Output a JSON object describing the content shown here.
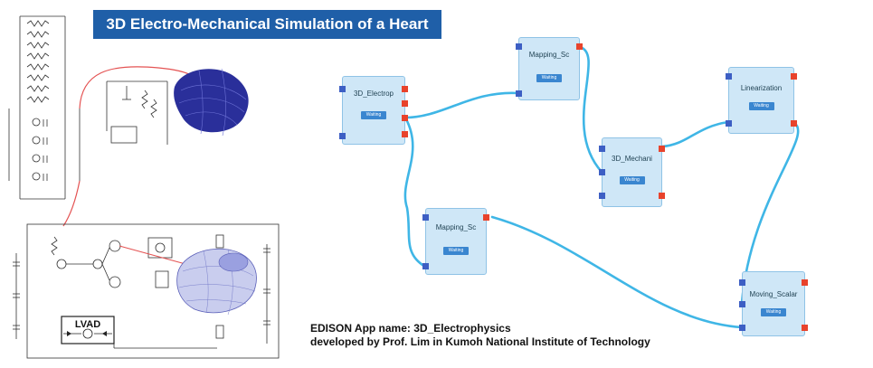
{
  "title": "3D Electro-Mechanical Simulation of a Heart",
  "caption": {
    "line1": "EDISON App name:  3D_Electrophysics",
    "line2": "developed by Prof. Lim in Kumoh National Institute of Technology"
  },
  "circuit": {
    "lvad_label": "LVAD"
  },
  "colors": {
    "banner": "#1f5fa8",
    "node_fill": "#cfe7f7",
    "input_port": "#3d5fc4",
    "output_port": "#e8432c",
    "connector": "#3fb6e6",
    "heart": "#2a2f9a"
  },
  "workflow": {
    "nodes": [
      {
        "id": "electrop",
        "name": "3D_Electrop",
        "status": "Waiting"
      },
      {
        "id": "mapping1",
        "name": "Mapping_Sc",
        "status": "Waiting"
      },
      {
        "id": "mechani",
        "name": "3D_Mechani",
        "status": "Waiting"
      },
      {
        "id": "linearization",
        "name": "Linearization",
        "status": "Waiting"
      },
      {
        "id": "mapping2",
        "name": "Mapping_Sc",
        "status": "Waiting"
      },
      {
        "id": "moving",
        "name": "Moving_Scalar",
        "status": "Waiting"
      }
    ]
  }
}
